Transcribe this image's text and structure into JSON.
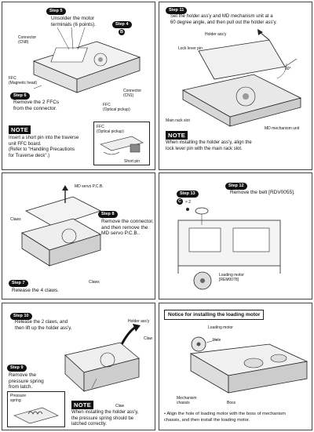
{
  "p1": {
    "step5": "Step 5",
    "step5_text": "Unsolder the motor\nterminals (6 points).",
    "step4": "Step 4",
    "step4_circle": "B",
    "connector_cn8": "Connector\n(CN8)",
    "ffc_magnetic": "FFC\n(Magnetic head)",
    "step6": "Step 6",
    "step6_text": "Remove the 2 FFCs\nfrom the connector.",
    "connector_cn1": "Connector\n(CN1)",
    "ffc_optical": "FFC\n(Optical pickup)",
    "note": "NOTE",
    "note_text": "Insert a short pin into the traverse\nunit FFC board.\n(Refer to \"Handling Precautions\nfor Traverse deck\".)",
    "inset_ffc": "FFC\n(Optical pickup)",
    "inset_short_pin": "Short pin"
  },
  "p2": {
    "step11": "Step 11",
    "step11_text": "Set the holder ass'y and MD mechanism unit at a\n60 degree angle, and then pull out the holder ass'y.",
    "holder_assy": "Holder ass'y",
    "lock_lever_pin": "Lock lever pin",
    "angle": "60°",
    "main_rack_slot": "Main rack slot",
    "md_mechanism_unit": "MD mechanism unit",
    "note": "NOTE",
    "note_text": "When installing the holder ass'y, align the\nlock lever pin with the main rack slot."
  },
  "p3": {
    "md_servo_pcb": "MD servo P.C.B.",
    "claws_top": "Claws",
    "step8": "Step 8",
    "step8_text": "Remove the connector,\nand then remove the\nMD servo P.C.B..",
    "claws_bottom": "Claws",
    "step7": "Step 7",
    "step7_text": "Release the 4 claws."
  },
  "p4": {
    "step12": "Step 12",
    "step12_text": "Remove the belt [RDV0055].",
    "step13": "Step 13",
    "step13_circle": "C",
    "step13_count": "× 2",
    "loading_motor": "Loading motor\n[REM0078]"
  },
  "p5": {
    "step10": "Step 10",
    "step10_text": "Release the 2 claws, and\nthen lift up the holder ass'y.",
    "holder_assy": "Holder ass'y",
    "claw_right": "Claw",
    "step9": "Step 9",
    "step9_text": "Remove the\npressure spring\nfrom latch.",
    "pressure_spring": "Pressure\nspring",
    "claw_bottom": "Claw",
    "note": "NOTE",
    "note_text": "When installing the holder ass'y,\nthe pressure spring should be\nlatched correctly."
  },
  "p6": {
    "title": "Notice for installing the loading motor",
    "loading_motor": "Loading motor",
    "hole": "Hole",
    "mechanism_chassis": "Mechanism\nchassis",
    "boss": "Boss",
    "bullet_text": "• Align the hole of loading motor with the boss of mechanism\n   chassis, and then install the loading motor."
  }
}
